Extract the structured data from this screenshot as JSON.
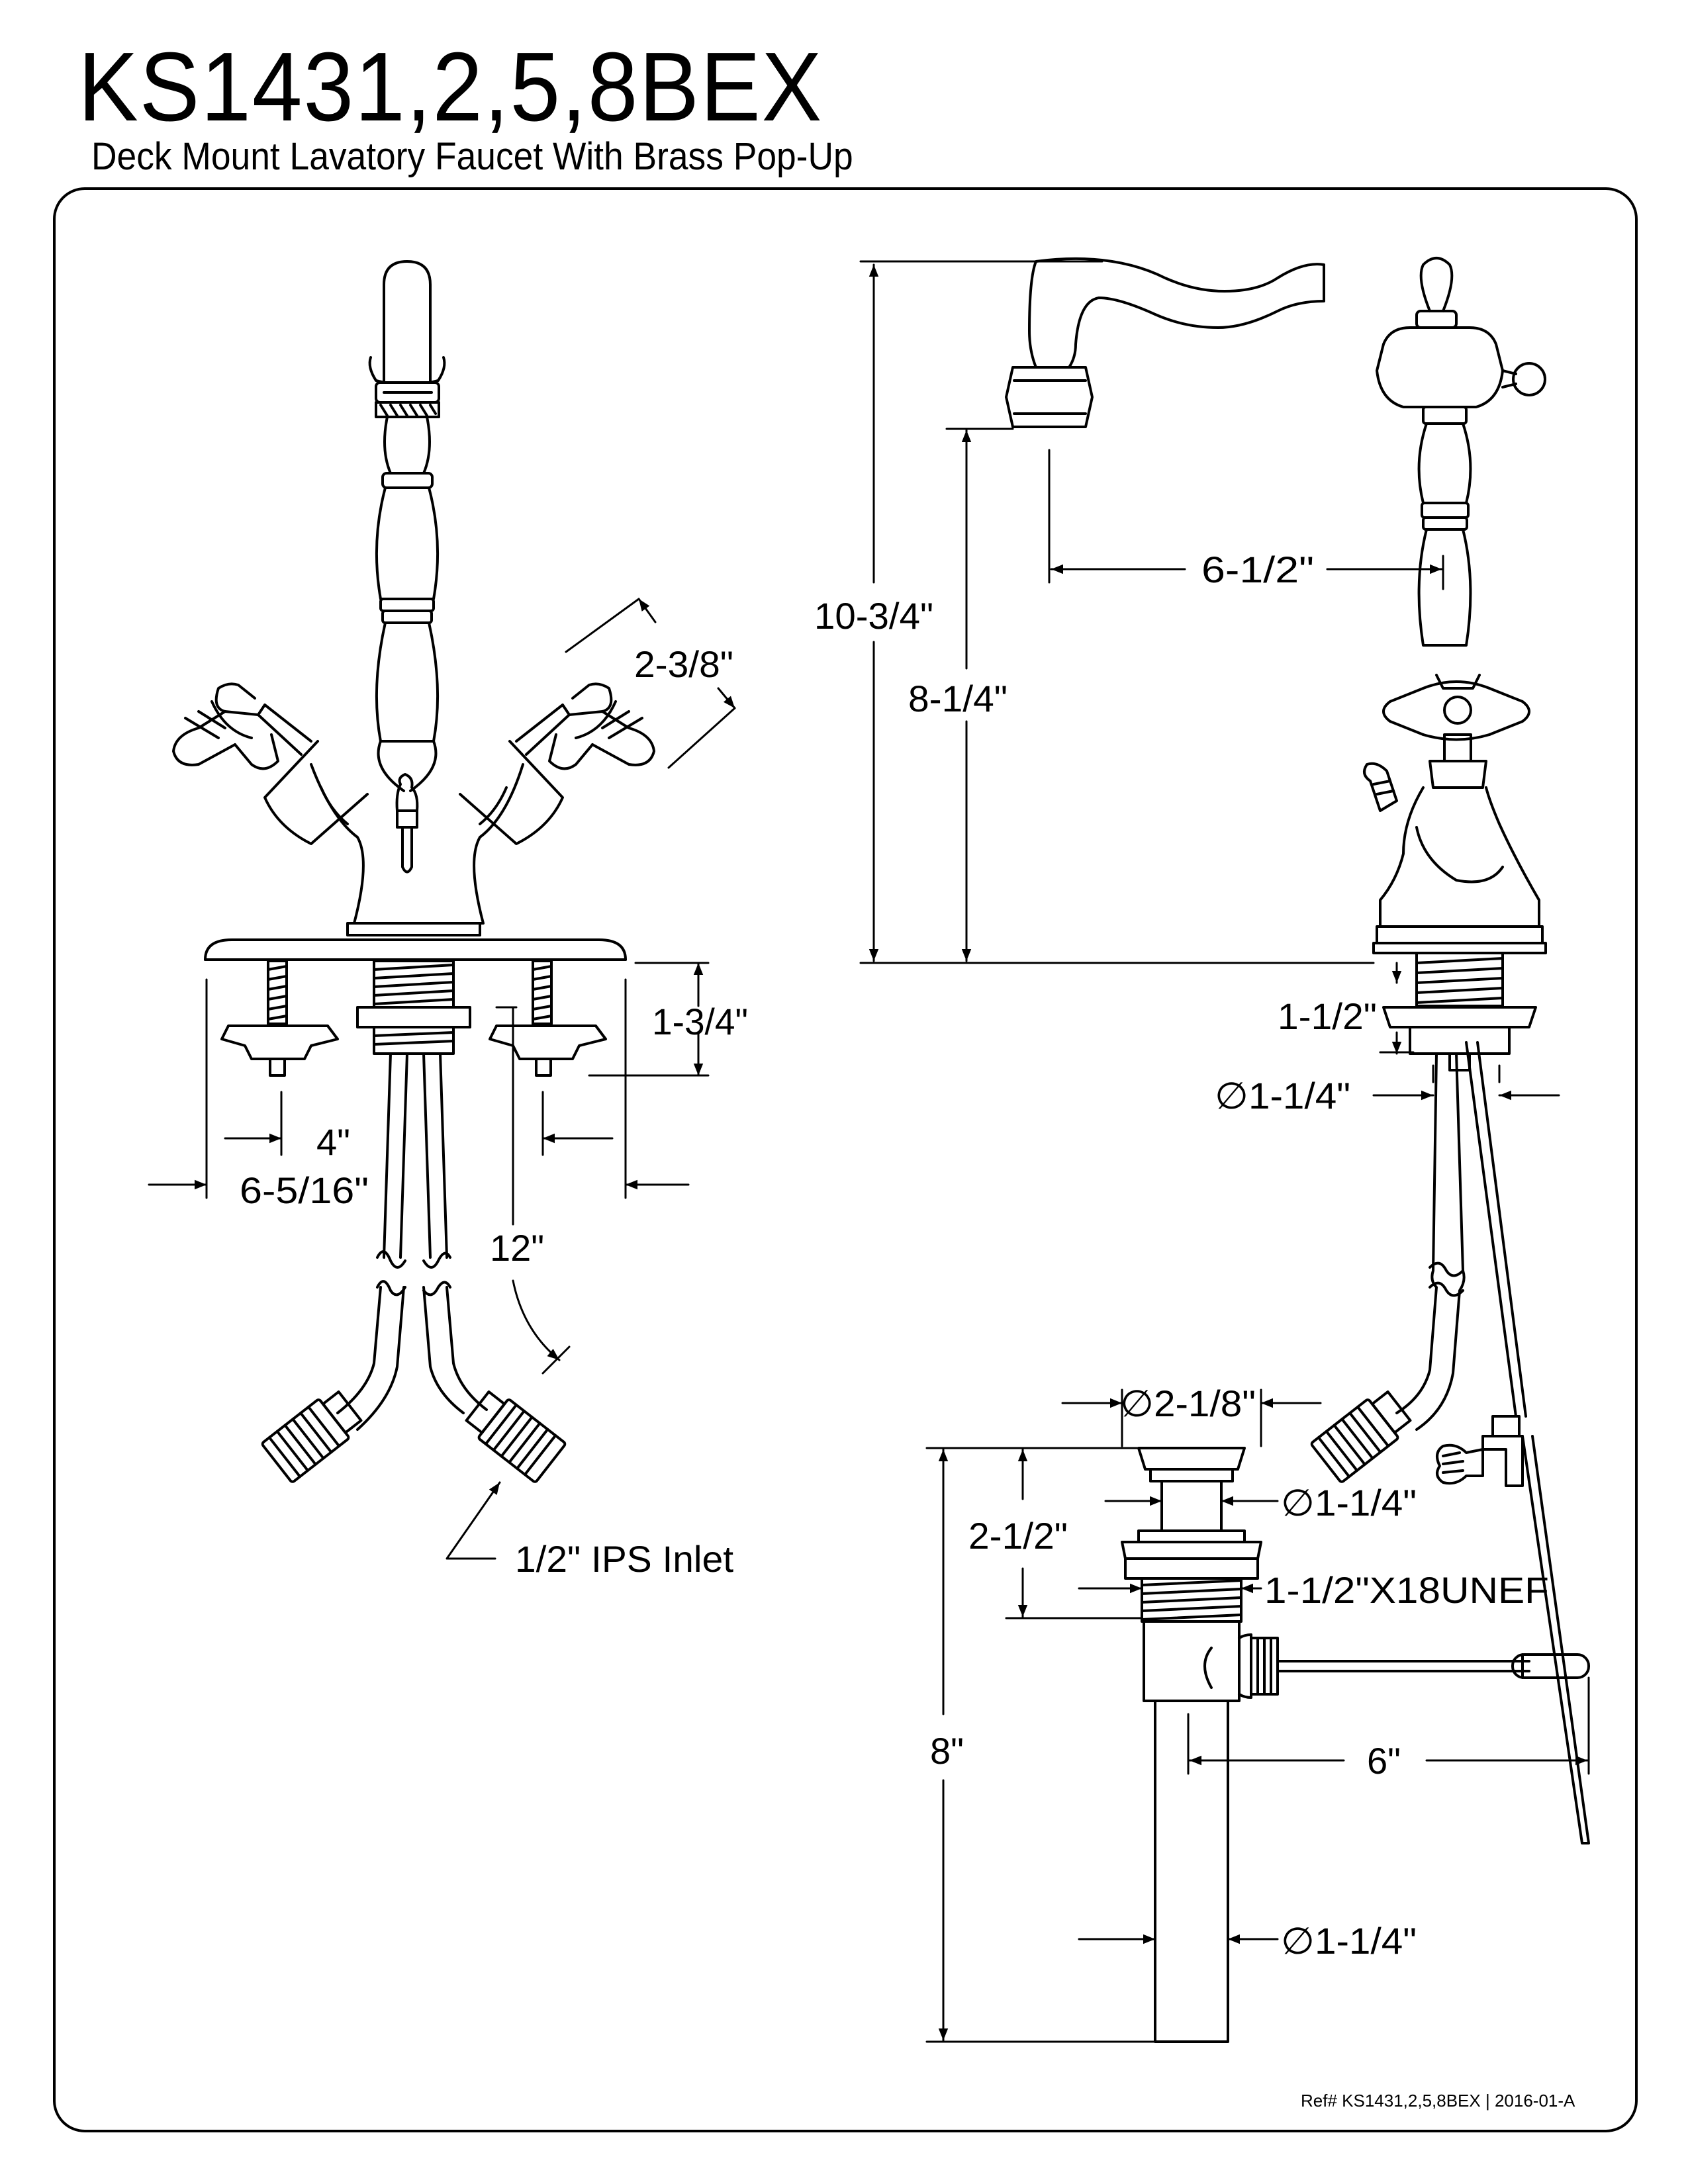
{
  "header": {
    "model": "KS1431,2,5,8BEX",
    "description": "Deck Mount Lavatory Faucet With Brass Pop-Up"
  },
  "front_view": {
    "handle_offset": "2-3/8\"",
    "plate_to_shank_depth": "1-3/4\"",
    "center_spacing": "4\"",
    "plate_width": "6-5/16\"",
    "supply_length": "12\"",
    "inlet": "1/2\" IPS Inlet"
  },
  "side_view": {
    "overall_height": "10-3/4\"",
    "spout_height": "8-1/4\"",
    "spout_reach": "6-1/2\"",
    "shank_depth": "1-1/2\"",
    "shank_diameter": "∅1-1/4\""
  },
  "popup_drain": {
    "flange_diameter": "∅2-1/8\"",
    "body_diameter_top": "∅1-1/4\"",
    "thread_length": "2-1/2\"",
    "thread_spec": "1-1/2\"X18UNEF",
    "overall_length": "8\"",
    "rod_length": "6\"",
    "tailpiece_diameter": "∅1-1/4\""
  },
  "footer": {
    "reference": "Ref# KS1431,2,5,8BEX | 2016-01-A"
  }
}
